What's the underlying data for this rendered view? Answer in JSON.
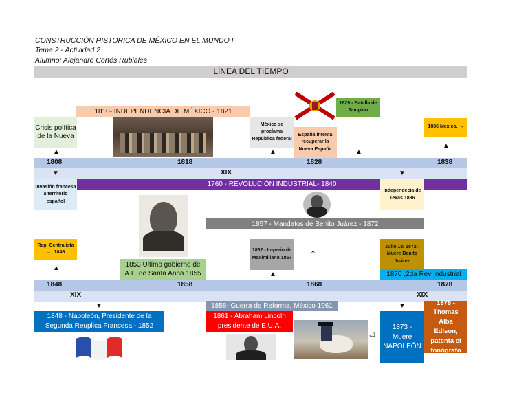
{
  "header": {
    "line1": "CONSTRUCCIÓN HISTORICA DE MÉXICO EN EL MUNDO I",
    "line2": "Tema 2 - Actividad 2",
    "line3": "Alumno: Alejandro Cortés Rubiales"
  },
  "title": "LÍNEA DEL TIEMPO",
  "timeline1": {
    "years": [
      "1808",
      "1818",
      "1828",
      "1838"
    ],
    "century": "XIX",
    "independence": "1810- INDEPENDENCIA DE MÉXICO - 1821",
    "crisis": "Crisis política de la Nueva",
    "mexico_republica": "México se proclama República federal",
    "espana_intenta": "España intenta recuperar la Nueva España",
    "batalla": "1829 - Batalla de Tampico",
    "texas_arrow": "1836 Mexico. →",
    "invasion": "Invasión francesa a territorio español",
    "revolucion": "1760 - REVOLUCIÓN INDUSTRIAL- 1840",
    "texas": "Independecia de Texas 1836",
    "juarez": "1857 - Mandatos de Benito Juárez - 1872"
  },
  "timeline2": {
    "years": [
      "1848",
      "1858",
      "1868",
      "1878"
    ],
    "century_left": "XIX",
    "century_right": "XIX",
    "rep_centralista": "Rep. Centralista ←. 1846",
    "santa_anna": "1853 Ultimo gobierno de A.L. de Santa Anna 1855",
    "maximiliano": "1862 - Imperio de Maximiliano 1867",
    "muere_juarez": "Julio 18/ 1872 - Muere Benito Juárez",
    "rev_industrial2": "1870 ,2da Rev Industrial",
    "reforma": "1858- Guerra de Reforma, México 1961",
    "napoleon": "1848 - Napoleón, Presidente de la Segunda Reuplica Francesa - 1852",
    "lincoln": "1861 - Abraham Lincoln presidente de E.U.A.",
    "muere_napoleon": "1873 - Muere NAPOLEÓN",
    "edison": "1878 - Thomas Alba Edison, patenta el fonógrafo"
  },
  "colors": {
    "bar": "#b4c7e7",
    "light_bar": "#dae3f3",
    "purple": "#7030a0",
    "blue": "#0070c0",
    "red": "#ff0000",
    "green": "#70ad47",
    "yellow": "#ffc000",
    "salmon": "#f4b183",
    "orange_dark": "#c55a11",
    "gray": "#808080"
  }
}
